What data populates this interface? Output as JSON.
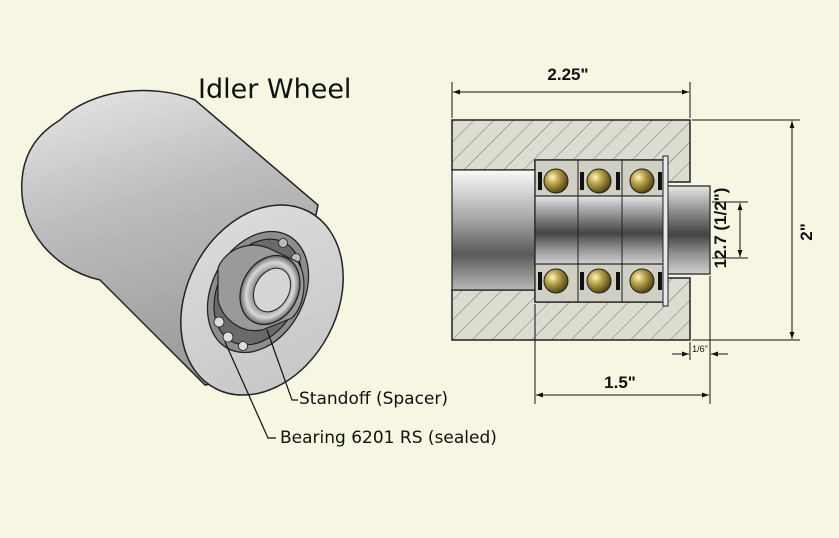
{
  "title": "Idler Wheel",
  "callouts": {
    "standoff": "Standoff (Spacer)",
    "bearing": "Bearing 6201 RS (sealed)"
  },
  "dimensions": {
    "overall_length": "2.25\"",
    "diameter": "2\"",
    "bore": "12.7 (1/2\")",
    "bearing_depth": "1.5\"",
    "protrusion": "1/6\""
  },
  "colors": {
    "background": "#f6f6e2",
    "section_fill": "#dcdcd0",
    "ball": "#b8a24a"
  }
}
